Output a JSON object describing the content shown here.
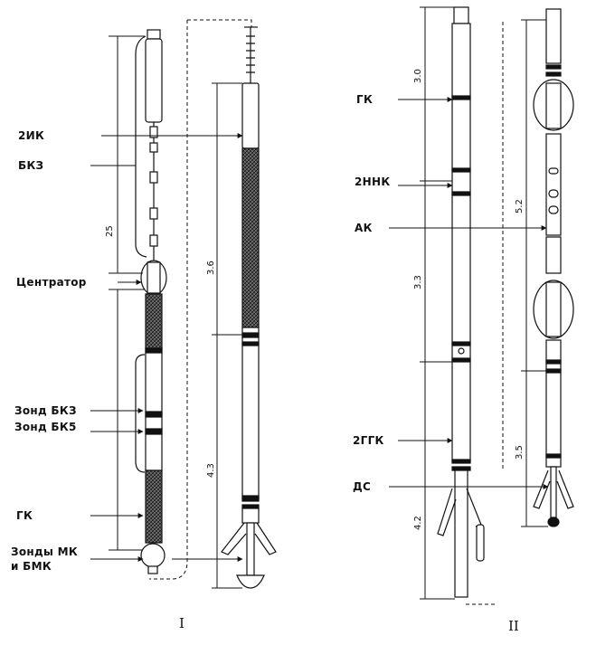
{
  "tool_I": {
    "roman": "I",
    "labels": {
      "ik2": "2ИК",
      "bkz": "БКЗ",
      "centrator": "Центратор",
      "zond_bkz": "Зонд БКЗ",
      "zond_bk5": "Зонд БК5",
      "gk": "ГК",
      "zondy_mk_line1": "Зонды МК",
      "zondy_mk_line2": "и БМК"
    },
    "dims": {
      "d25": "25",
      "d36": "3.6",
      "d43": "4.3"
    }
  },
  "tool_II": {
    "roman": "II",
    "labels": {
      "gk": "ГК",
      "nnk2": "2ННК",
      "ak": "АК",
      "ggk2": "2ГГК",
      "ds": "ДС"
    },
    "dims": {
      "d30": "3.0",
      "d33": "3.3",
      "d42": "4.2",
      "d52": "5.2",
      "d35": "3.5"
    }
  }
}
